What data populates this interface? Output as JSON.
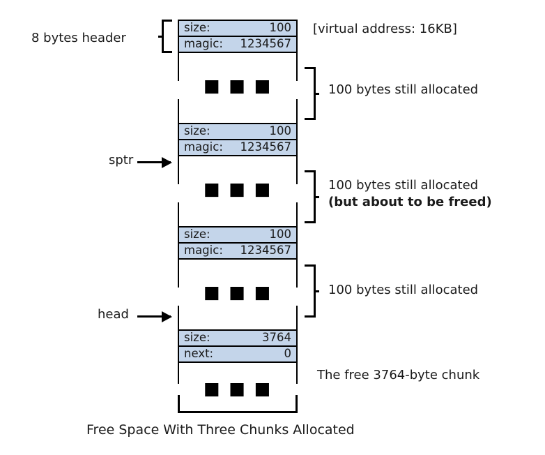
{
  "figure": {
    "caption": "Free Space With Three Chunks Allocated",
    "accent_fill": "#c4d5ea",
    "stroke": "#000000"
  },
  "annotations": {
    "header_label": "8 bytes header",
    "virtual_address": "[virtual address: 16KB]",
    "pointer_sptr": "sptr",
    "pointer_head": "head",
    "region1_note": "100 bytes still allocated",
    "region2_note_line1": "100 bytes still allocated",
    "region2_note_line2": "(but about to be freed)",
    "region3_note": "100 bytes still allocated",
    "free_chunk_note": "The free 3764-byte chunk",
    "ellipsis": "■ ■ ■"
  },
  "chunks": [
    {
      "id": "chunk-1",
      "header": [
        {
          "key": "size:",
          "value": "100"
        },
        {
          "key": "magic:",
          "value": "1234567"
        }
      ]
    },
    {
      "id": "chunk-2",
      "header": [
        {
          "key": "size:",
          "value": "100"
        },
        {
          "key": "magic:",
          "value": "1234567"
        }
      ]
    },
    {
      "id": "chunk-3",
      "header": [
        {
          "key": "size:",
          "value": "100"
        },
        {
          "key": "magic:",
          "value": "1234567"
        }
      ]
    },
    {
      "id": "free-chunk",
      "header": [
        {
          "key": "size:",
          "value": "3764"
        },
        {
          "key": "next:",
          "value": "0"
        }
      ]
    }
  ]
}
